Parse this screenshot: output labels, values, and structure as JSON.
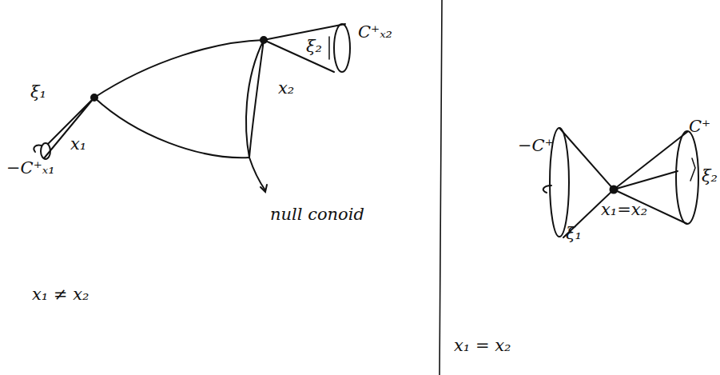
{
  "diagram": {
    "labels": [
      "ξ₁",
      "−C⁺ₓ₁",
      "x₁",
      "x₂",
      "C⁺ₓ₂",
      "ξ₂",
      "null conoid",
      "x₁ ≠ x₂",
      "−C⁺",
      "C⁺",
      "ξ₂",
      "ξ₁",
      "x₁=x₂",
      "x₁ = x₂"
    ]
  }
}
